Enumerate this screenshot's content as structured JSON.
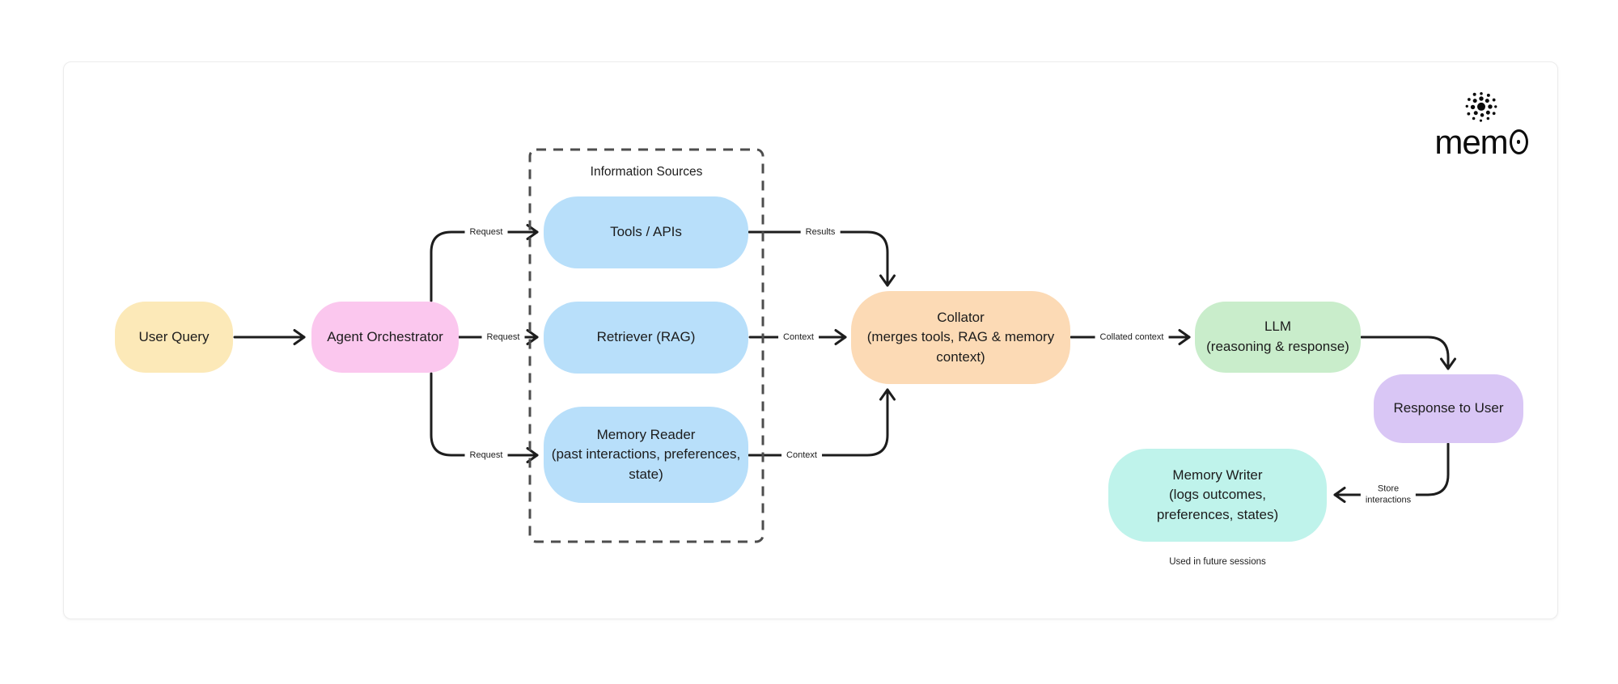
{
  "brand": {
    "logo_mark": "dot-cluster-icon",
    "wordmark_prefix": "mem",
    "wordmark_zero": "0"
  },
  "group_box": {
    "title": "Information Sources"
  },
  "nodes": {
    "user_query": {
      "label": "User Query"
    },
    "agent_orchestrator": {
      "label": "Agent Orchestrator"
    },
    "tools_apis": {
      "label": "Tools / APIs"
    },
    "retriever": {
      "label": "Retriever (RAG)"
    },
    "memory_reader": {
      "lines": [
        "Memory Reader",
        "(past interactions, preferences,",
        "state)"
      ]
    },
    "collator": {
      "lines": [
        "Collator",
        "(merges tools, RAG & memory",
        "context)"
      ]
    },
    "llm": {
      "lines": [
        "LLM",
        "(reasoning & response)"
      ]
    },
    "response_to_user": {
      "label": "Response to User"
    },
    "memory_writer": {
      "lines": [
        "Memory Writer",
        "(logs outcomes,",
        "preferences, states)"
      ]
    }
  },
  "edge_labels": {
    "request_top": "Request",
    "request_middle": "Request",
    "request_bottom": "Request",
    "results": "Results",
    "context_middle": "Context",
    "context_bottom": "Context",
    "collated_context": "Collated context",
    "store_interactions_line1": "Store",
    "store_interactions_line2": "interactions",
    "used_in_future_sessions": "Used in future sessions"
  },
  "colors": {
    "user_query": "#FCE9B8",
    "agent_orchestrator": "#FBC7EE",
    "information_source_node": "#B8DFFA",
    "collator": "#FCDAB5",
    "llm": "#C9EDCB",
    "response_to_user": "#D9C6F5",
    "memory_writer": "#BFF3EB",
    "connector": "#1d1d1d",
    "dashed_border": "#4d4d4d",
    "card_border": "#ececec"
  }
}
